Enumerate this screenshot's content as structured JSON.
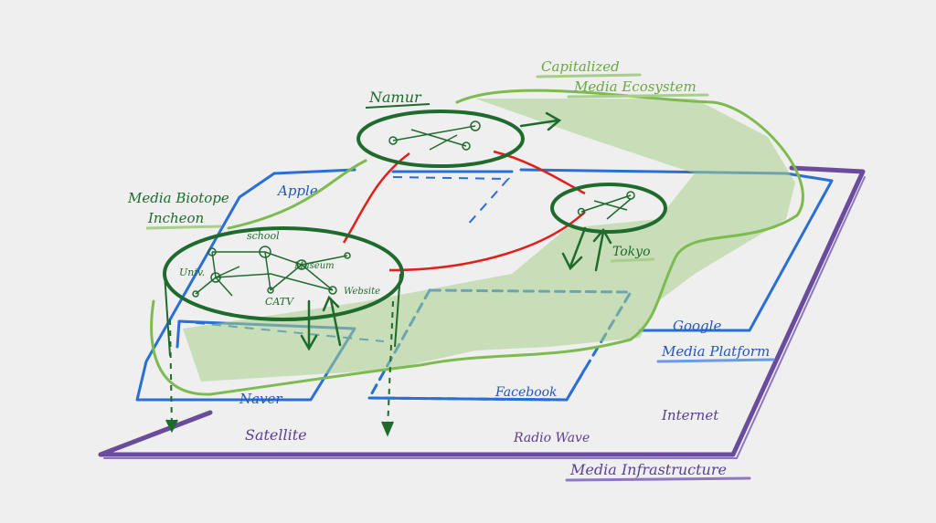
{
  "layers": {
    "infrastructure": {
      "title": "Media Infrastructure",
      "items": {
        "satellite": "Satellite",
        "radio_wave": "Radio Wave",
        "internet": "Internet"
      },
      "color": "#6a4c9c"
    },
    "platform": {
      "title": "Media Platform",
      "items": {
        "apple": "Apple",
        "naver": "Naver",
        "facebook": "Facebook",
        "google": "Google"
      },
      "color": "#2a6fd6"
    },
    "ecosystem": {
      "title_line1": "Capitalized",
      "title_line2": "Media Ecosystem",
      "color": "#7dbb4f"
    }
  },
  "biotopes": {
    "incheon": {
      "title_line1": "Media Biotope",
      "title_line2": "Incheon",
      "nodes": {
        "school": "school",
        "univ": "Univ.",
        "museum": "Museum",
        "catv": "CATV",
        "website": "Website"
      }
    },
    "namur": {
      "title": "Namur"
    },
    "tokyo": {
      "title": "Tokyo"
    },
    "color": "#1f6b2e"
  },
  "links_color": "#e0201b"
}
